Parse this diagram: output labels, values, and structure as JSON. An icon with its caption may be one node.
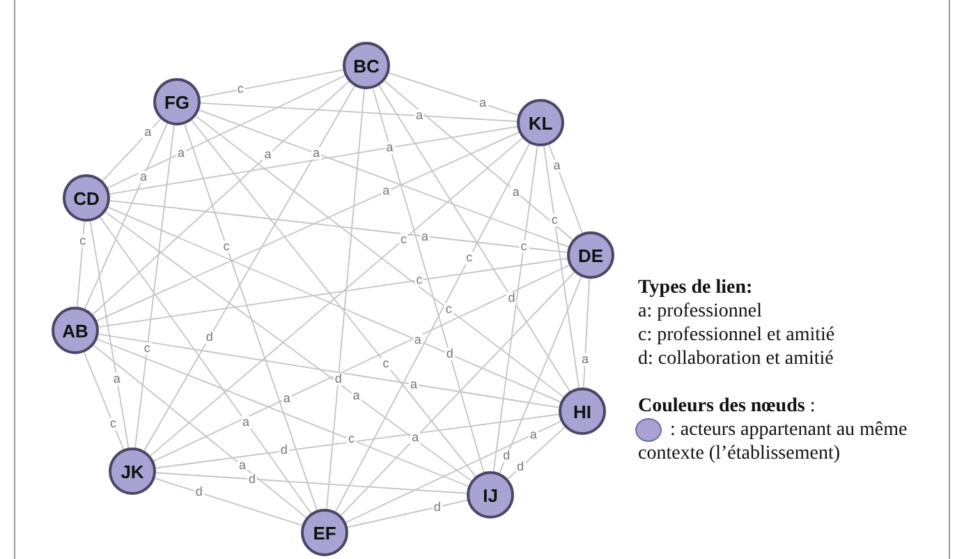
{
  "diagram": {
    "nodes": [
      {
        "text": [
          "BC"
        ]
      },
      {
        "text": [
          "KL"
        ]
      },
      {
        "text": [
          "DE"
        ]
      },
      {
        "text": [
          "HI"
        ]
      },
      {
        "text": [
          "IJ"
        ]
      },
      {
        "text": [
          "EF"
        ]
      },
      {
        "text": [
          "JK"
        ]
      },
      {
        "text": [
          "AB"
        ]
      },
      {
        "text": [
          "CD"
        ]
      },
      {
        "text": [
          "FG"
        ]
      }
    ],
    "edges": [
      {
        "from": 0,
        "to": 1,
        "arrow": "none",
        "label": "a"
      },
      {
        "from": 9,
        "to": 0,
        "arrow": "none",
        "label": "c"
      },
      {
        "from": 9,
        "to": 8,
        "arrow": "none",
        "label": "a"
      },
      {
        "from": 8,
        "to": 0,
        "arrow": "none",
        "label": "a"
      },
      {
        "from": 7,
        "to": 9,
        "arrow": "none",
        "label": "a"
      },
      {
        "from": 9,
        "to": 2,
        "arrow": "none",
        "label": "a"
      },
      {
        "from": 9,
        "to": 1,
        "arrow": "none",
        "label": "a"
      },
      {
        "from": 8,
        "to": 1,
        "arrow": "none",
        "label": "a"
      },
      {
        "from": 7,
        "to": 0,
        "arrow": "none",
        "label": "a"
      },
      {
        "from": 7,
        "to": 1,
        "arrow": "none",
        "label": "a"
      },
      {
        "from": 0,
        "to": 2,
        "arrow": "none",
        "label": "a"
      },
      {
        "from": 1,
        "to": 2,
        "arrow": "none",
        "label": "a"
      },
      {
        "from": 1,
        "to": 3,
        "arrow": "none",
        "label": "c"
      },
      {
        "from": 1,
        "to": 4,
        "arrow": "none",
        "label": "c"
      },
      {
        "from": 1,
        "to": 5,
        "arrow": "none",
        "label": "c"
      },
      {
        "from": 8,
        "to": 2,
        "arrow": "none",
        "label": "a"
      },
      {
        "from": 6,
        "to": 1,
        "arrow": "none",
        "label": "c"
      },
      {
        "from": 7,
        "to": 2,
        "arrow": "none",
        "label": "c"
      },
      {
        "from": 0,
        "to": 3,
        "arrow": "none",
        "label": "d"
      },
      {
        "from": 9,
        "to": 5,
        "arrow": "none",
        "label": "c"
      },
      {
        "from": 8,
        "to": 7,
        "arrow": "none",
        "label": "c"
      },
      {
        "from": 9,
        "to": 6,
        "arrow": "none",
        "label": "c"
      },
      {
        "from": 8,
        "to": 6,
        "arrow": "none",
        "label": "a"
      },
      {
        "from": 7,
        "to": 6,
        "arrow": "none",
        "label": "c"
      },
      {
        "from": 6,
        "to": 0,
        "arrow": "none",
        "label": "d"
      },
      {
        "from": 6,
        "to": 2,
        "arrow": "none",
        "label": "a"
      },
      {
        "from": 8,
        "to": 5,
        "arrow": "none",
        "label": "a"
      },
      {
        "from": 6,
        "to": 3,
        "arrow": "none",
        "label": "d"
      },
      {
        "from": 7,
        "to": 5,
        "arrow": "none",
        "label": "a"
      },
      {
        "from": 6,
        "to": 4,
        "arrow": "none",
        "label": "d"
      },
      {
        "from": 6,
        "to": 5,
        "arrow": "none",
        "label": "d"
      },
      {
        "from": 9,
        "to": 3,
        "arrow": "none",
        "label": "c"
      },
      {
        "from": 8,
        "to": 3,
        "arrow": "none",
        "label": "a"
      },
      {
        "from": 0,
        "to": 4,
        "arrow": "none",
        "label": "d"
      },
      {
        "from": 9,
        "to": 4,
        "arrow": "none",
        "label": "c"
      },
      {
        "from": 0,
        "to": 5,
        "arrow": "none",
        "label": "d"
      },
      {
        "from": 7,
        "to": 3,
        "arrow": "none",
        "label": "a"
      },
      {
        "from": 8,
        "to": 4,
        "arrow": "none",
        "label": "a"
      },
      {
        "from": 5,
        "to": 3,
        "arrow": "none",
        "label": "a"
      },
      {
        "from": 7,
        "to": 4,
        "arrow": "none",
        "label": "c"
      },
      {
        "from": 2,
        "to": 5,
        "arrow": "none",
        "label": "a"
      },
      {
        "from": 2,
        "to": 4,
        "arrow": "none",
        "label": "d"
      },
      {
        "from": 3,
        "to": 4,
        "arrow": "none",
        "label": "d"
      },
      {
        "from": 5,
        "to": 4,
        "arrow": "none",
        "label": "d"
      },
      {
        "from": 2,
        "to": 3,
        "arrow": "none",
        "label": "a"
      }
    ],
    "labels": [
      "Types de lien:",
      "a: professionnel",
      "c: professionnel et amitié",
      "d: collaboration et amitié",
      "**Couleurs des nœuds** :"
    ],
    "legend": [
      {
        "text": ": acteurs appartenant au même contexte (l’établissement)",
        "color": "#a9a3d3"
      }
    ]
  }
}
